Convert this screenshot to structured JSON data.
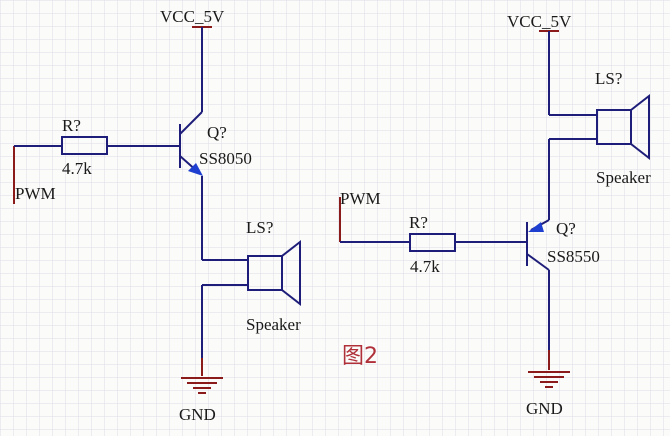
{
  "left_circuit": {
    "vcc": "VCC_5V",
    "transistor_ref": "Q?",
    "transistor_model": "SS8050",
    "resistor_ref": "R?",
    "resistor_value": "4.7k",
    "input": "PWM",
    "speaker_ref": "LS?",
    "speaker_name": "Speaker",
    "ground": "GND"
  },
  "right_circuit": {
    "vcc": "VCC_5V",
    "transistor_ref": "Q?",
    "transistor_model": "SS8550",
    "resistor_ref": "R?",
    "resistor_value": "4.7k",
    "input": "PWM",
    "speaker_ref": "LS?",
    "speaker_name": "Speaker",
    "ground": "GND"
  },
  "figure_label": "图2",
  "colors": {
    "wire": "#1e1e7a",
    "power": "#8b1a1a",
    "grid": "#d9d9e6",
    "arrow": "#1f3fd0",
    "figure_label": "#b0303a"
  }
}
